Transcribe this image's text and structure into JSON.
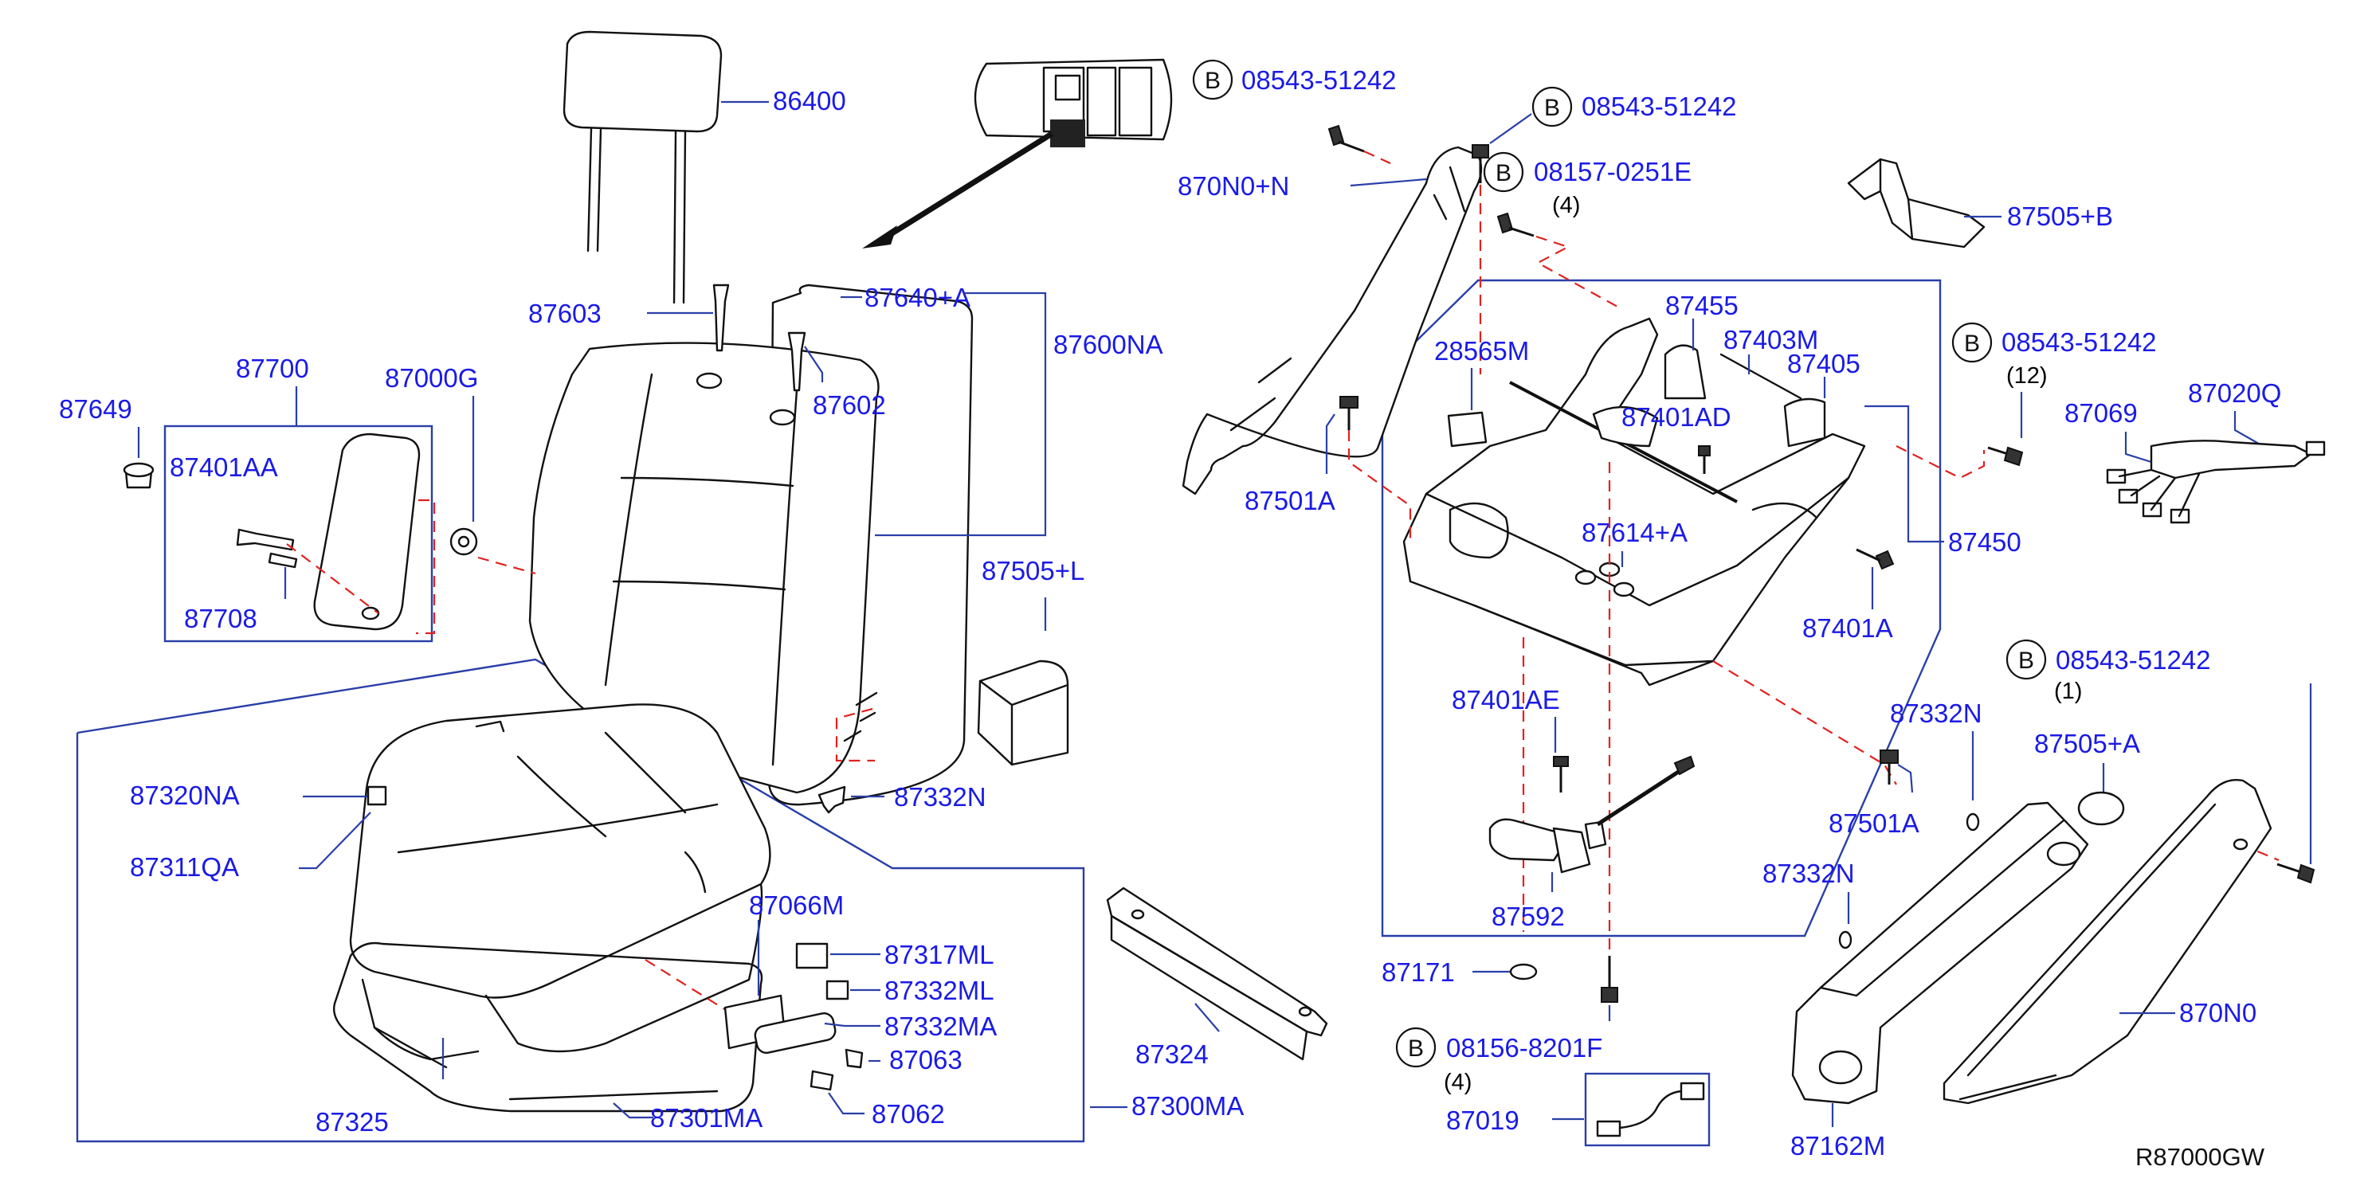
{
  "diagram_id": "R87000GW",
  "bolt_prefix": "B",
  "parts": {
    "p86400": "86400",
    "p87603": "87603",
    "p87640A": "87640+A",
    "p87600NA": "87600NA",
    "p87602": "87602",
    "p87700": "87700",
    "p87000G": "87000G",
    "p87649": "87649",
    "p87401AA": "87401AA",
    "p87708": "87708",
    "p87505L": "87505+L",
    "p87320NA": "87320NA",
    "p87311QA": "87311QA",
    "p87332N_a": "87332N",
    "p87066M": "87066M",
    "p87317ML": "87317ML",
    "p87332ML": "87332ML",
    "p87332MA": "87332MA",
    "p87063": "87063",
    "p87062": "87062",
    "p87324": "87324",
    "p87325": "87325",
    "p87301MA": "87301MA",
    "p87300MA": "87300MA",
    "p870N0N": "870N0+N",
    "p28565M": "28565M",
    "p87455": "87455",
    "p87403M": "87403M",
    "p87405": "87405",
    "p87401AD": "87401AD",
    "p87501A_a": "87501A",
    "p87614A": "87614+A",
    "p87450": "87450",
    "p87401A": "87401A",
    "p87401AE": "87401AE",
    "p87592": "87592",
    "p87171": "87171",
    "p87019": "87019",
    "p87505B": "87505+B",
    "p87069": "87069",
    "p87020Q": "87020Q",
    "p87332N_b": "87332N",
    "p87505A": "87505+A",
    "p87501A_b": "87501A",
    "p87332N_c": "87332N",
    "p870N0": "870N0",
    "p87162M": "87162M"
  },
  "bolts": [
    {
      "part": "08543-51242",
      "qty": ""
    },
    {
      "part": "08543-51242",
      "qty": ""
    },
    {
      "part": "08157-0251E",
      "qty": "(4)"
    },
    {
      "part": "08543-51242",
      "qty": "(12)"
    },
    {
      "part": "08543-51242",
      "qty": "(1)"
    },
    {
      "part": "08156-8201F",
      "qty": "(4)"
    }
  ],
  "colors": {
    "label": "#1a1ae6",
    "leader": "#2a3fa8",
    "dashed": "#e0221f",
    "line": "#111111"
  }
}
